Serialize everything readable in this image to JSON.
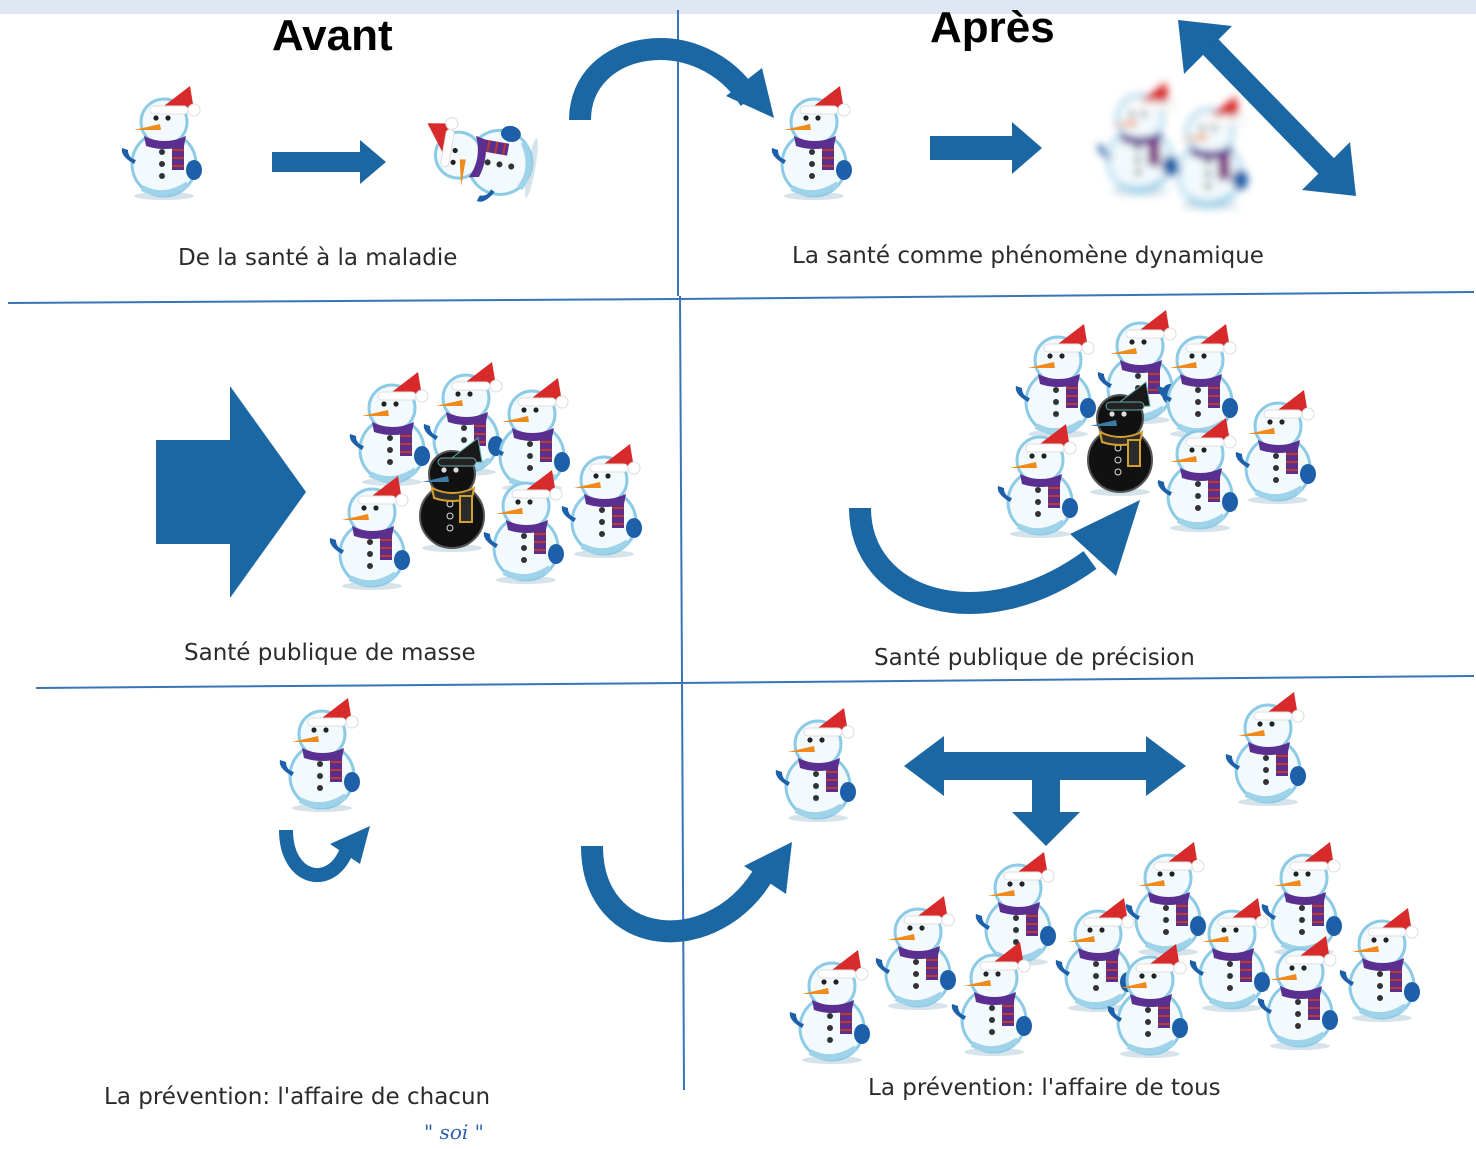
{
  "headings": {
    "before": "Avant",
    "after": "Après"
  },
  "captions": {
    "health_to_disease": "De la santé à la maladie",
    "dynamic_health": "La santé comme phénomène dynamique",
    "mass_public_health": "Santé publique de masse",
    "precision_public_health": "Santé publique de précision",
    "prevention_individual": "La prévention: l'affaire de chacun",
    "prevention_collective": "La prévention: l'affaire de tous"
  },
  "handwritten_note": "\" soi \"",
  "colors": {
    "arrow": "#1b67a4",
    "grid_line": "#3a74b8",
    "snow_body": "#f2fafd",
    "snow_shade": "#9fd3ea",
    "hat": "#d82a2a",
    "scarf": "#5a2f8f",
    "carrot": "#f08a1c",
    "dark_snowman": "#111111"
  },
  "icons": {
    "snowman": "snowman-icon",
    "dark_snowman": "dark-snowman-icon",
    "arrow": "arrow-icon",
    "curved_arrow": "curved-arrow-icon"
  }
}
